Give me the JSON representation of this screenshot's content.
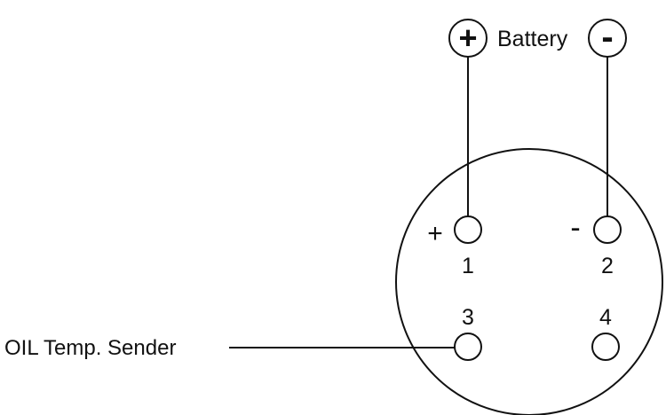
{
  "battery": {
    "label": "Battery",
    "positive_symbol": "+",
    "negative_symbol": "-"
  },
  "terminals": [
    {
      "number": "1",
      "polarity": "+"
    },
    {
      "number": "2",
      "polarity": "-"
    },
    {
      "number": "3",
      "polarity": ""
    },
    {
      "number": "4",
      "polarity": ""
    }
  ],
  "sender_label": "OIL Temp. Sender",
  "colors": {
    "line": "#111111",
    "background": "#ffffff"
  }
}
